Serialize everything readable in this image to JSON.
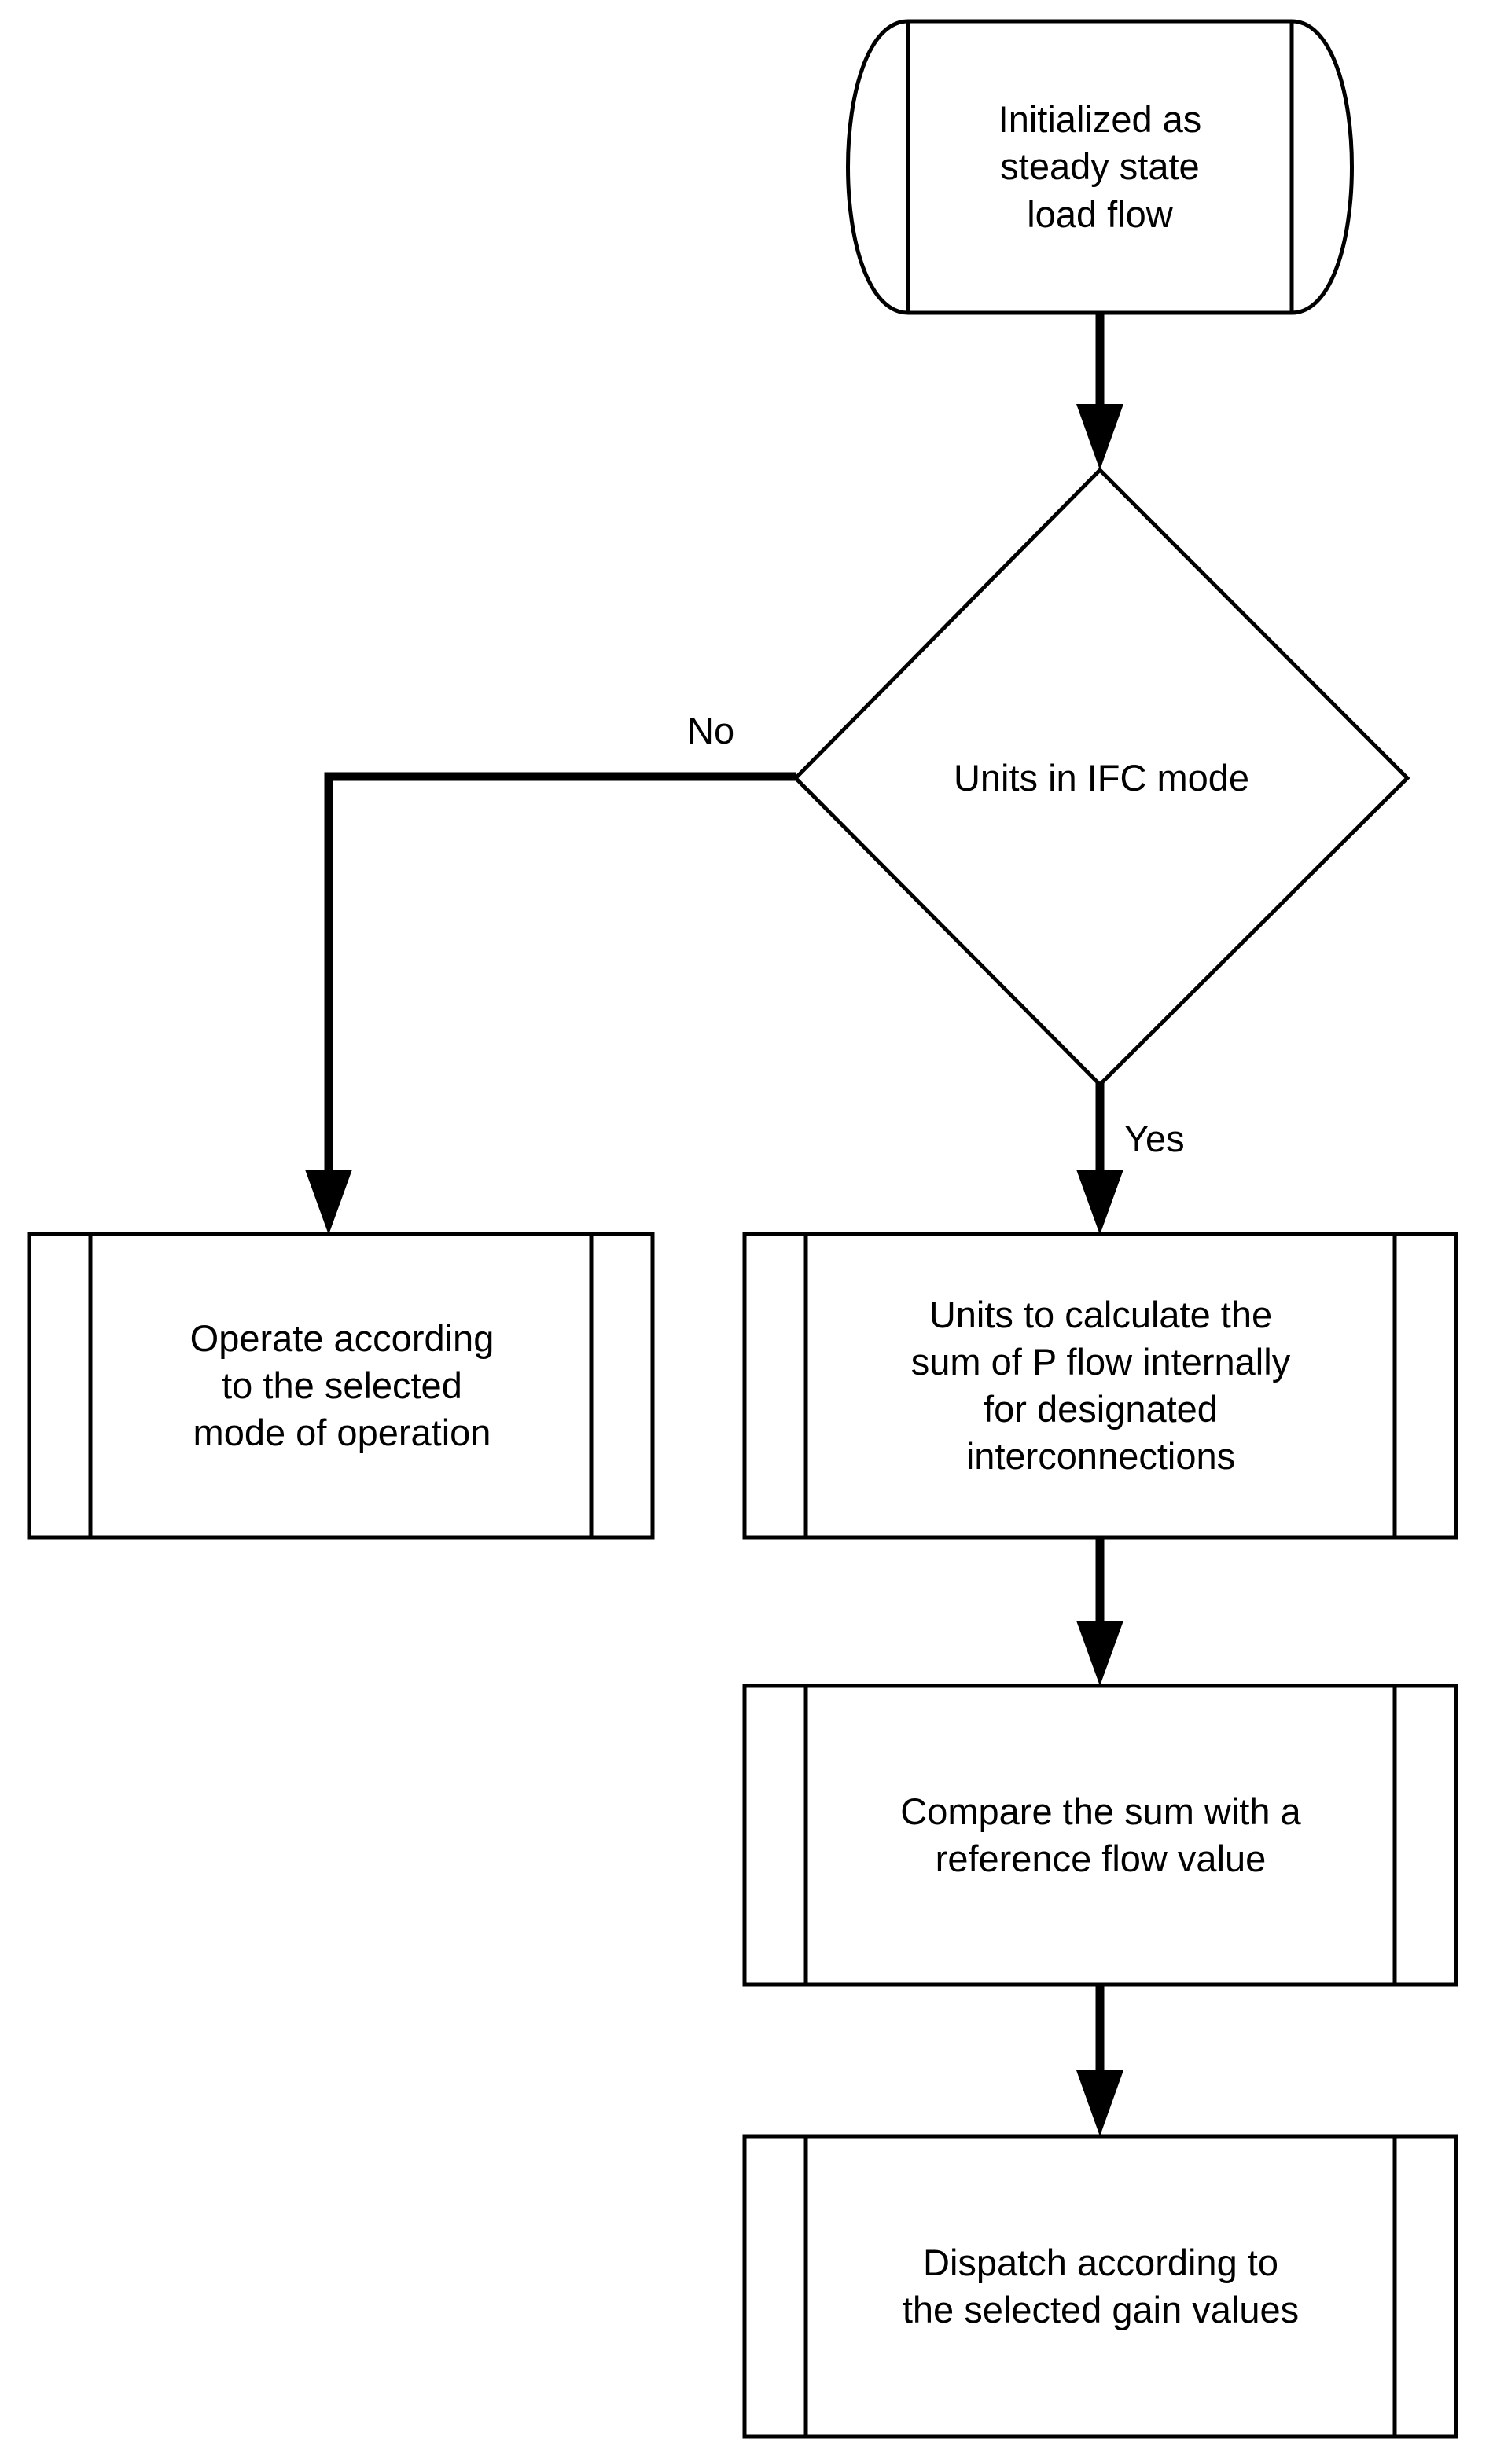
{
  "diagram": {
    "title": "IFC mode dispatch control flowchart",
    "type": "flowchart",
    "colors": {
      "background": "#ffffff",
      "stroke": "#000000",
      "text": "#000000",
      "fill": "#ffffff"
    },
    "nodes": [
      {
        "id": "start",
        "shape": "stored-data",
        "text": "Initialized as\nsteady state\nload flow"
      },
      {
        "id": "decision",
        "shape": "diamond",
        "text": "Units in IFC mode"
      },
      {
        "id": "operate",
        "shape": "predefined-process",
        "text": "Operate according\nto the selected\nmode of operation"
      },
      {
        "id": "calculate",
        "shape": "predefined-process",
        "text": "Units to calculate the\nsum of P flow internally\nfor designated\ninterconnections"
      },
      {
        "id": "compare",
        "shape": "predefined-process",
        "text": "Compare the sum with a\nreference flow value"
      },
      {
        "id": "dispatch",
        "shape": "predefined-process",
        "text": "Dispatch according to\nthe selected gain values"
      }
    ],
    "edges": [
      {
        "id": "start-to-decision",
        "from": "start",
        "to": "decision",
        "label": ""
      },
      {
        "id": "decision-to-operate",
        "from": "decision",
        "to": "operate",
        "label": "No"
      },
      {
        "id": "decision-to-calculate",
        "from": "decision",
        "to": "calculate",
        "label": "Yes"
      },
      {
        "id": "calculate-to-compare",
        "from": "calculate",
        "to": "compare",
        "label": ""
      },
      {
        "id": "compare-to-dispatch",
        "from": "compare",
        "to": "dispatch",
        "label": ""
      }
    ]
  }
}
